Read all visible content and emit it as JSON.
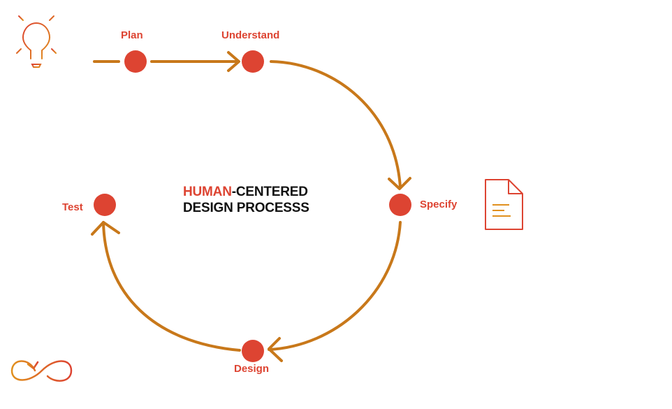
{
  "title": {
    "accent": "HUMAN",
    "rest_line1": "-CENTERED",
    "line2": "DESIGN PROCESSS"
  },
  "steps": [
    {
      "id": "plan",
      "label": "Plan"
    },
    {
      "id": "understand",
      "label": "Understand"
    },
    {
      "id": "specify",
      "label": "Specify"
    },
    {
      "id": "design",
      "label": "Design"
    },
    {
      "id": "test",
      "label": "Test"
    }
  ],
  "icons": {
    "top_left": "lightbulb-icon",
    "right": "document-icon",
    "bottom_left": "infinity-loop-icon"
  },
  "colors": {
    "node": "#dd4432",
    "arrow": "#c8781a",
    "label": "#dd4432",
    "title": "#111111"
  }
}
